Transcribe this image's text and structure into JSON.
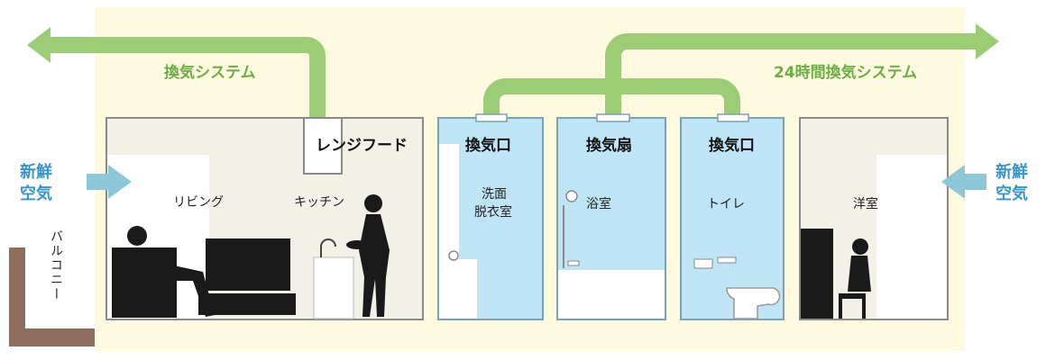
{
  "labels": {
    "ventilation_system": "換気システム",
    "system_24h": "24時間換気システム",
    "range_hood": "レンジフード",
    "fresh_air_left_1": "新鮮",
    "fresh_air_left_2": "空気",
    "fresh_air_right_1": "新鮮",
    "fresh_air_right_2": "空気",
    "balcony": "バルコニー",
    "living": "リビング",
    "kitchen": "キッチン",
    "washroom_1": "洗面",
    "washroom_2": "脱衣室",
    "bathroom": "浴室",
    "toilet": "トイレ",
    "western_room": "洋室",
    "vent_inlet_1": "換気口",
    "vent_fan": "換気扇",
    "vent_inlet_2": "換気口"
  },
  "colors": {
    "duct_green": "#9ccc76",
    "label_green": "#6cae45",
    "arrow_blue": "#8ec8d8",
    "wet_area_blue": "#bfe4f6",
    "room_beige": "#f3f0e8",
    "background_cream": "#fdfae0",
    "balcony_brown": "#8c6d5e"
  }
}
